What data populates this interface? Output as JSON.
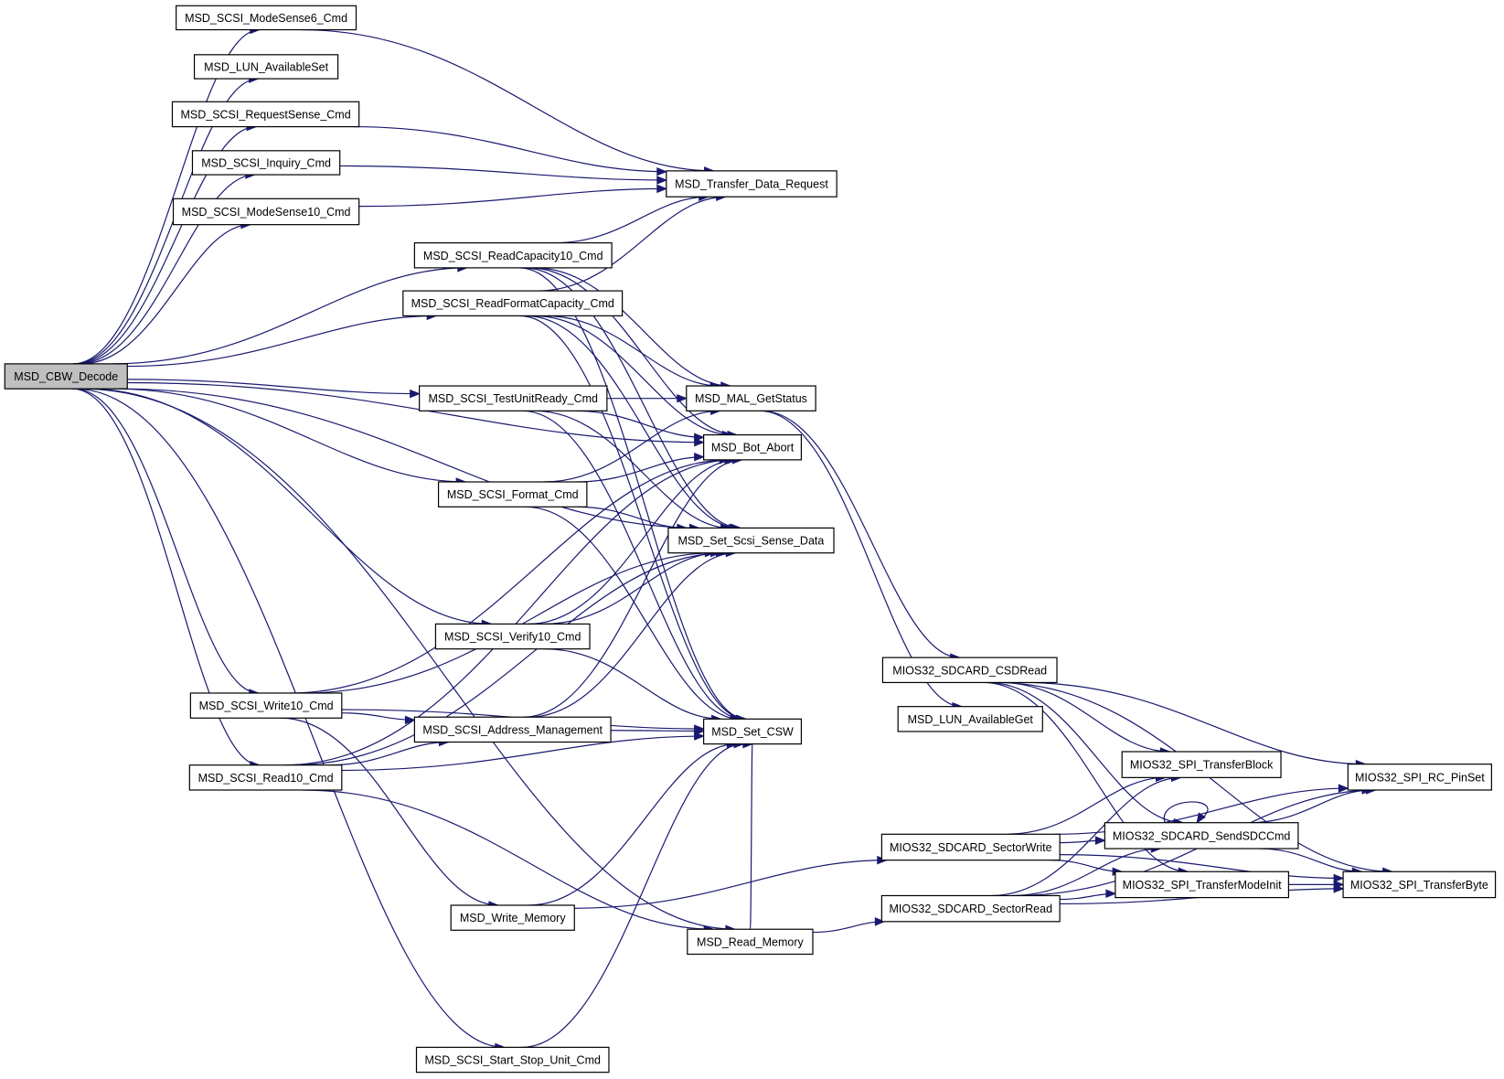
{
  "graph": {
    "title": "",
    "nodes": [
      {
        "id": "cbw",
        "label": "MSD_CBW_Decode",
        "root": true
      },
      {
        "id": "ms6",
        "label": "MSD_SCSI_ModeSense6_Cmd"
      },
      {
        "id": "lunset",
        "label": "MSD_LUN_AvailableSet"
      },
      {
        "id": "reqsense",
        "label": "MSD_SCSI_RequestSense_Cmd"
      },
      {
        "id": "inquiry",
        "label": "MSD_SCSI_Inquiry_Cmd"
      },
      {
        "id": "ms10",
        "label": "MSD_SCSI_ModeSense10_Cmd"
      },
      {
        "id": "readcap",
        "label": "MSD_SCSI_ReadCapacity10_Cmd"
      },
      {
        "id": "readfmt",
        "label": "MSD_SCSI_ReadFormatCapacity_Cmd"
      },
      {
        "id": "testunit",
        "label": "MSD_SCSI_TestUnitReady_Cmd"
      },
      {
        "id": "format",
        "label": "MSD_SCSI_Format_Cmd"
      },
      {
        "id": "verify",
        "label": "MSD_SCSI_Verify10_Cmd"
      },
      {
        "id": "write10",
        "label": "MSD_SCSI_Write10_Cmd"
      },
      {
        "id": "addr",
        "label": "MSD_SCSI_Address_Management"
      },
      {
        "id": "read10",
        "label": "MSD_SCSI_Read10_Cmd"
      },
      {
        "id": "writemem",
        "label": "MSD_Write_Memory"
      },
      {
        "id": "readmem",
        "label": "MSD_Read_Memory"
      },
      {
        "id": "startstop",
        "label": "MSD_SCSI_Start_Stop_Unit_Cmd"
      },
      {
        "id": "transfer",
        "label": "MSD_Transfer_Data_Request"
      },
      {
        "id": "malstatus",
        "label": "MSD_MAL_GetStatus"
      },
      {
        "id": "botabort",
        "label": "MSD_Bot_Abort"
      },
      {
        "id": "sense",
        "label": "MSD_Set_Scsi_Sense_Data"
      },
      {
        "id": "csw",
        "label": "MSD_Set_CSW"
      },
      {
        "id": "csdread",
        "label": "MIOS32_SDCARD_CSDRead"
      },
      {
        "id": "lunget",
        "label": "MSD_LUN_AvailableGet"
      },
      {
        "id": "secwrite",
        "label": "MIOS32_SDCARD_SectorWrite"
      },
      {
        "id": "secread",
        "label": "MIOS32_SDCARD_SectorRead"
      },
      {
        "id": "xferblock",
        "label": "MIOS32_SPI_TransferBlock"
      },
      {
        "id": "sendcmd",
        "label": "MIOS32_SDCARD_SendSDCCmd"
      },
      {
        "id": "modeinit",
        "label": "MIOS32_SPI_TransferModeInit"
      },
      {
        "id": "pinset",
        "label": "MIOS32_SPI_RC_PinSet"
      },
      {
        "id": "xferbyte",
        "label": "MIOS32_SPI_TransferByte"
      }
    ],
    "edges": [
      {
        "from": "cbw",
        "to": "ms6"
      },
      {
        "from": "cbw",
        "to": "lunset"
      },
      {
        "from": "cbw",
        "to": "reqsense"
      },
      {
        "from": "cbw",
        "to": "inquiry"
      },
      {
        "from": "cbw",
        "to": "ms10"
      },
      {
        "from": "cbw",
        "to": "readcap"
      },
      {
        "from": "cbw",
        "to": "readfmt"
      },
      {
        "from": "cbw",
        "to": "testunit"
      },
      {
        "from": "cbw",
        "to": "format"
      },
      {
        "from": "cbw",
        "to": "verify"
      },
      {
        "from": "cbw",
        "to": "write10"
      },
      {
        "from": "cbw",
        "to": "read10"
      },
      {
        "from": "cbw",
        "to": "readmem"
      },
      {
        "from": "cbw",
        "to": "startstop"
      },
      {
        "from": "cbw",
        "to": "botabort"
      },
      {
        "from": "cbw",
        "to": "sense"
      },
      {
        "from": "ms6",
        "to": "transfer"
      },
      {
        "from": "reqsense",
        "to": "transfer"
      },
      {
        "from": "inquiry",
        "to": "transfer"
      },
      {
        "from": "ms10",
        "to": "transfer"
      },
      {
        "from": "readcap",
        "to": "transfer"
      },
      {
        "from": "readcap",
        "to": "malstatus"
      },
      {
        "from": "readcap",
        "to": "botabort"
      },
      {
        "from": "readcap",
        "to": "sense"
      },
      {
        "from": "readcap",
        "to": "csw"
      },
      {
        "from": "readfmt",
        "to": "transfer"
      },
      {
        "from": "readfmt",
        "to": "malstatus"
      },
      {
        "from": "readfmt",
        "to": "botabort"
      },
      {
        "from": "readfmt",
        "to": "sense"
      },
      {
        "from": "readfmt",
        "to": "csw"
      },
      {
        "from": "testunit",
        "to": "malstatus"
      },
      {
        "from": "testunit",
        "to": "botabort"
      },
      {
        "from": "testunit",
        "to": "sense"
      },
      {
        "from": "testunit",
        "to": "csw"
      },
      {
        "from": "format",
        "to": "malstatus"
      },
      {
        "from": "format",
        "to": "botabort"
      },
      {
        "from": "format",
        "to": "sense"
      },
      {
        "from": "format",
        "to": "csw"
      },
      {
        "from": "verify",
        "to": "sense"
      },
      {
        "from": "verify",
        "to": "botabort"
      },
      {
        "from": "verify",
        "to": "csw"
      },
      {
        "from": "write10",
        "to": "addr"
      },
      {
        "from": "write10",
        "to": "sense"
      },
      {
        "from": "write10",
        "to": "csw"
      },
      {
        "from": "write10",
        "to": "writemem"
      },
      {
        "from": "write10",
        "to": "botabort"
      },
      {
        "from": "read10",
        "to": "addr"
      },
      {
        "from": "read10",
        "to": "sense"
      },
      {
        "from": "read10",
        "to": "csw"
      },
      {
        "from": "read10",
        "to": "botabort"
      },
      {
        "from": "read10",
        "to": "readmem"
      },
      {
        "from": "addr",
        "to": "csw"
      },
      {
        "from": "addr",
        "to": "botabort"
      },
      {
        "from": "addr",
        "to": "sense"
      },
      {
        "from": "writemem",
        "to": "csw"
      },
      {
        "from": "writemem",
        "to": "secwrite"
      },
      {
        "from": "readmem",
        "to": "csw"
      },
      {
        "from": "readmem",
        "to": "secread"
      },
      {
        "from": "startstop",
        "to": "csw"
      },
      {
        "from": "malstatus",
        "to": "csdread"
      },
      {
        "from": "malstatus",
        "to": "lunget"
      },
      {
        "from": "csdread",
        "to": "pinset"
      },
      {
        "from": "csdread",
        "to": "xferbyte"
      },
      {
        "from": "csdread",
        "to": "xferblock"
      },
      {
        "from": "csdread",
        "to": "sendcmd"
      },
      {
        "from": "csdread",
        "to": "modeinit"
      },
      {
        "from": "secwrite",
        "to": "xferblock"
      },
      {
        "from": "secwrite",
        "to": "sendcmd"
      },
      {
        "from": "secwrite",
        "to": "modeinit"
      },
      {
        "from": "secwrite",
        "to": "pinset"
      },
      {
        "from": "secwrite",
        "to": "xferbyte"
      },
      {
        "from": "secread",
        "to": "xferblock"
      },
      {
        "from": "secread",
        "to": "sendcmd"
      },
      {
        "from": "secread",
        "to": "modeinit"
      },
      {
        "from": "secread",
        "to": "pinset"
      },
      {
        "from": "secread",
        "to": "xferbyte"
      },
      {
        "from": "sendcmd",
        "to": "sendcmd"
      },
      {
        "from": "sendcmd",
        "to": "pinset"
      },
      {
        "from": "sendcmd",
        "to": "xferbyte"
      },
      {
        "from": "modeinit",
        "to": "xferbyte"
      }
    ]
  }
}
